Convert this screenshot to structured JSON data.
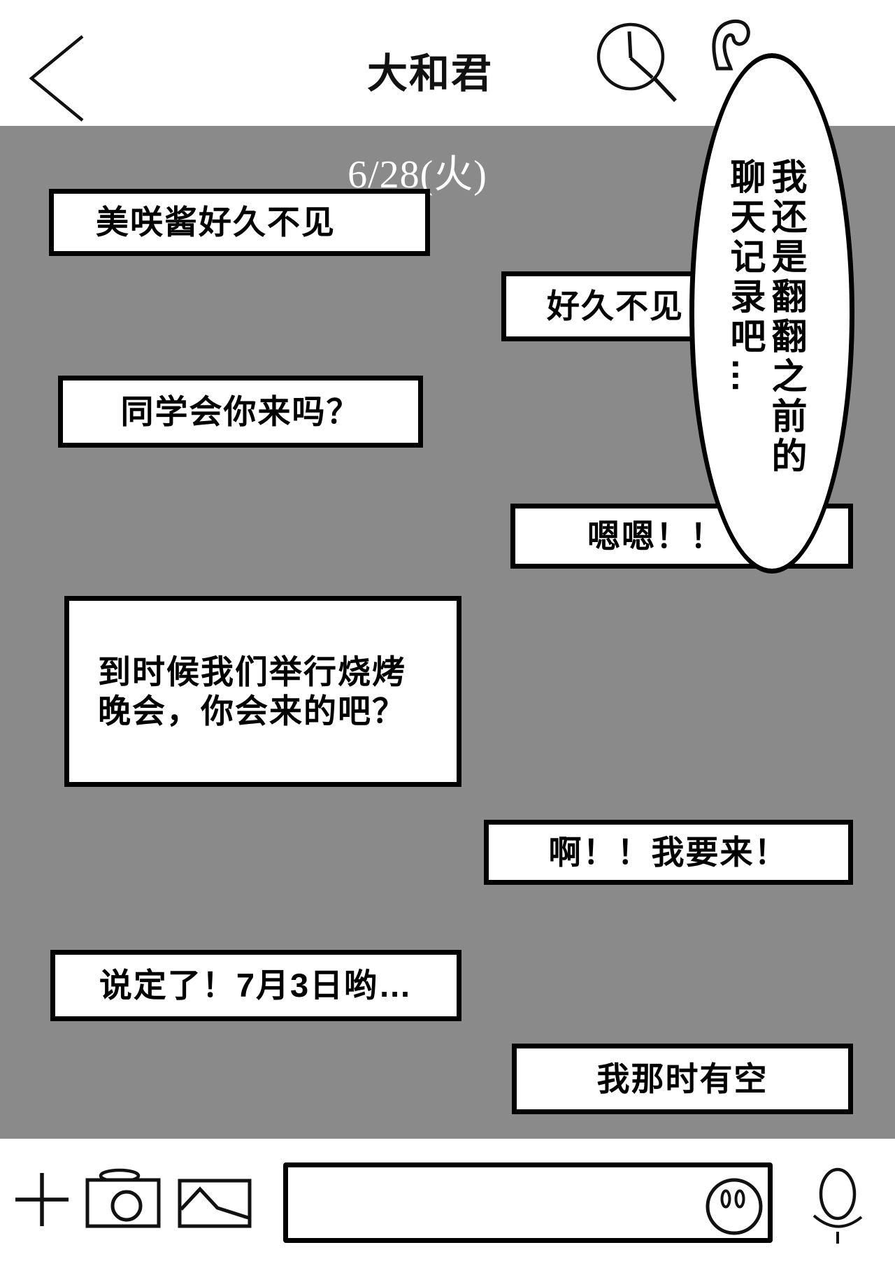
{
  "header": {
    "title": "大和君"
  },
  "chat": {
    "date": "6/28(火)",
    "messages": [
      {
        "side": "left",
        "text": "美咲酱好久不见"
      },
      {
        "side": "right",
        "text": "好久不见"
      },
      {
        "side": "left",
        "text": "同学会你来吗？"
      },
      {
        "side": "right",
        "text": "嗯嗯！！"
      },
      {
        "side": "left",
        "text": "到时候我们举行烧烤\n晚会，你会来的吧？"
      },
      {
        "side": "right",
        "text": "啊！！我要来！"
      },
      {
        "side": "left",
        "text": "说定了！7月3日哟…"
      },
      {
        "side": "right",
        "text": "我那时有空"
      }
    ]
  },
  "balloon": {
    "column_right": "我还是翻翻之前的",
    "column_left": "聊天记录吧…"
  },
  "icons": {
    "back": "chevron-left-icon",
    "history": "clock-search-icon",
    "call": "phone-icon",
    "attach": "plus-icon",
    "camera": "camera-icon",
    "gallery": "picture-icon",
    "emoji": "smiley-icon",
    "voice": "microphone-icon"
  },
  "colors": {
    "chat_bg": "#8a8a8a",
    "bubble_bg": "#ffffff",
    "bubble_border": "#000000",
    "date_text": "#ffffff"
  }
}
